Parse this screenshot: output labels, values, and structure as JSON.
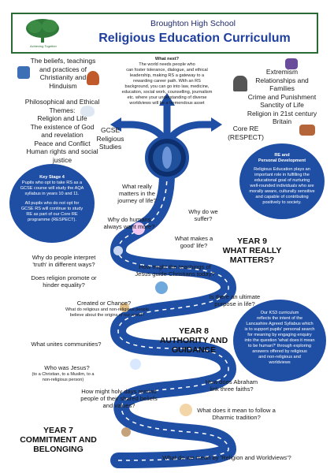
{
  "header": {
    "school": "Broughton High School",
    "title": "Religious Education Curriculum",
    "logo_caption": "Achieving Together"
  },
  "gcse": {
    "topics": [
      "The beliefs, teachings",
      "and practices of",
      "Christianity and",
      "Hinduism"
    ],
    "themes": [
      "Philosophical and Ethical",
      "Themes:",
      "Religion and Life",
      "The existence of God",
      "and revelation",
      "Peace and Conflict",
      "Human rights and social",
      "justice"
    ],
    "label": [
      "GCSE",
      "Religious",
      "Studies"
    ]
  },
  "whats_next": {
    "heading": "What next?",
    "body": [
      "The world needs people who",
      "can foster tolerance, dialogue, and ethical",
      "leadership, making RS a gateway to a",
      "rewarding career path. With an RS",
      "background, you can go into law, medicine,",
      "education, social work, counselling, journalism",
      "etc. where your understanding of diverse",
      "worldviews will be a tremendous asset"
    ]
  },
  "core_re": {
    "topics": [
      "Extremism",
      "Relationships and",
      "Families",
      "Crime and Punishment",
      "Sanctity of Life",
      "Religion in 21st century",
      "Britain"
    ],
    "label": [
      "Core RE",
      "(RESPECT)"
    ]
  },
  "re_personal": {
    "heading": [
      "RE and",
      "Personal Development"
    ],
    "body": [
      "Religious Education plays an",
      "important role in fulfilling the",
      "educational goal of nurturing",
      "well-rounded individuals who are",
      "morally aware, culturally sensitive",
      "and capable of contributing",
      "positively to society."
    ]
  },
  "key_stage_4": {
    "heading": "Key Stage 4",
    "body1": [
      "Pupils who opt to take RS as a",
      "GCSE course will study the AQA",
      "syllabus in years 10 and 11."
    ],
    "body2": [
      "All pupils who do not opt for",
      "GCSE RS will continue to study",
      "RE as part of our Core RE",
      "programme (RESPECT)."
    ]
  },
  "ks3": {
    "lines": [
      "Our KS3 curriculum",
      "reflects the intent of the",
      "Lancashire Agreed Syllabus which",
      "is to support pupils' personal search",
      "for meaning by engaging enquiry",
      "into the question 'what does it mean",
      "to be human?' through exploring",
      "answers offered by religious",
      "and non-religious and",
      "worldviews"
    ]
  },
  "years": {
    "y9": [
      "YEAR 9",
      "WHAT REALLY",
      "MATTERS?"
    ],
    "y8": [
      "YEAR 8",
      "AUTHORITY AND",
      "GUIDANCE"
    ],
    "y7": [
      "YEAR 7",
      "COMMITMENT AND",
      "BELONGING"
    ]
  },
  "questions": {
    "q1": [
      "What really",
      "matters in the",
      "journey of life?"
    ],
    "q2": [
      "Why do we",
      "suffer?"
    ],
    "q3": [
      "Why do humans",
      "always want more?"
    ],
    "q4": [
      "What makes a",
      "good' life?"
    ],
    "q5": [
      "Why do people interpret",
      "'truth' in different ways?"
    ],
    "q6": [
      "How might the teachings of",
      "Jesus guide Christians today?"
    ],
    "q7": [
      "Does religion promote or",
      "hinder equality?"
    ],
    "q8": [
      "Is there an ultimate",
      "purpose in life?"
    ],
    "q9": "Created or Chance?",
    "q9b": [
      "What do religious and non-religious people",
      "believe about the origins of our world?"
    ],
    "q10": "What unites communities?",
    "q11": "Who was Jesus?",
    "q11b": [
      "(to a Christian, to a Muslim, to a",
      "non-religious person)"
    ],
    "q12": [
      "How does Abraham",
      "link three faiths?"
    ],
    "q13": [
      "How might holy days remind",
      "people of their shared beliefs",
      "and values?"
    ],
    "q14": [
      "What does it mean to follow a",
      "Dharmic tradition?"
    ],
    "q15": "What do we mean by 'Religion and Worldviews'?"
  }
}
